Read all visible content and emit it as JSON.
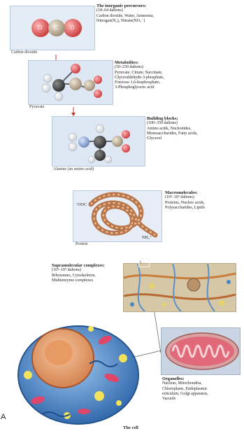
{
  "inorganic": {
    "title": "The inorganic precursors:",
    "line1": "(18–64 daltons)",
    "line2": "Carbon dioxide, Water, Ammonia,",
    "line3": "Nitrogen(N₂), Nitrate(NO₃⁻)",
    "caption": "Carbon dioxide",
    "atoms": [
      "O",
      "C",
      "O"
    ]
  },
  "metabolites": {
    "title": "Metabolites:",
    "line1": "(50–250 daltons)",
    "line2": "Pyruvate, Citrate, Succinate,",
    "line3": "Glyceraldehyde-3-phosphate,",
    "line4": "Fructose-1,6-bisphosphate,",
    "line5": "3-Phosphoglyceric acid",
    "caption": "Pyruvate"
  },
  "building_blocks": {
    "title": "Building blocks:",
    "line1": "(100–350 daltons)",
    "line2": "Amino acids, Nucleotides,",
    "line3": "Monosaccharides, Fatty acids,",
    "line4": "Glycerol",
    "caption": "Alanine (an amino acid)"
  },
  "macromolecules": {
    "title": "Macromolecules:",
    "line1": "(10³–10⁹ daltons)",
    "line2": "Proteins, Nucleic acids,",
    "line3": "Polysaccharides, Lipids",
    "caption": "Protein",
    "label_left": "⁻OOC",
    "label_right": "NH₃⁺"
  },
  "supramolecular": {
    "title": "Supramolecular complexes:",
    "line1": "(10⁵–10⁹ daltons)",
    "line2": "Ribosomes, Cytoskeleton,",
    "line3": "Multienzyme complexes"
  },
  "organelles": {
    "title": "Organelles:",
    "line1": "Nucleus, Mitochondria,",
    "line2": "Chloroplasts, Endoplasmic",
    "line3": "reticulum, Golgi apparatus,",
    "line4": "Vacuole"
  },
  "cell": {
    "caption": "The cell"
  },
  "corner_letter": "A",
  "colors": {
    "panel": "#dde8f4",
    "oxygen": "#e25a5a",
    "carbon": "#8a7d6a",
    "hydrogen": "#f2f2f2",
    "protein": "#c98a5a",
    "cell_blue": "#3f7fc7"
  }
}
